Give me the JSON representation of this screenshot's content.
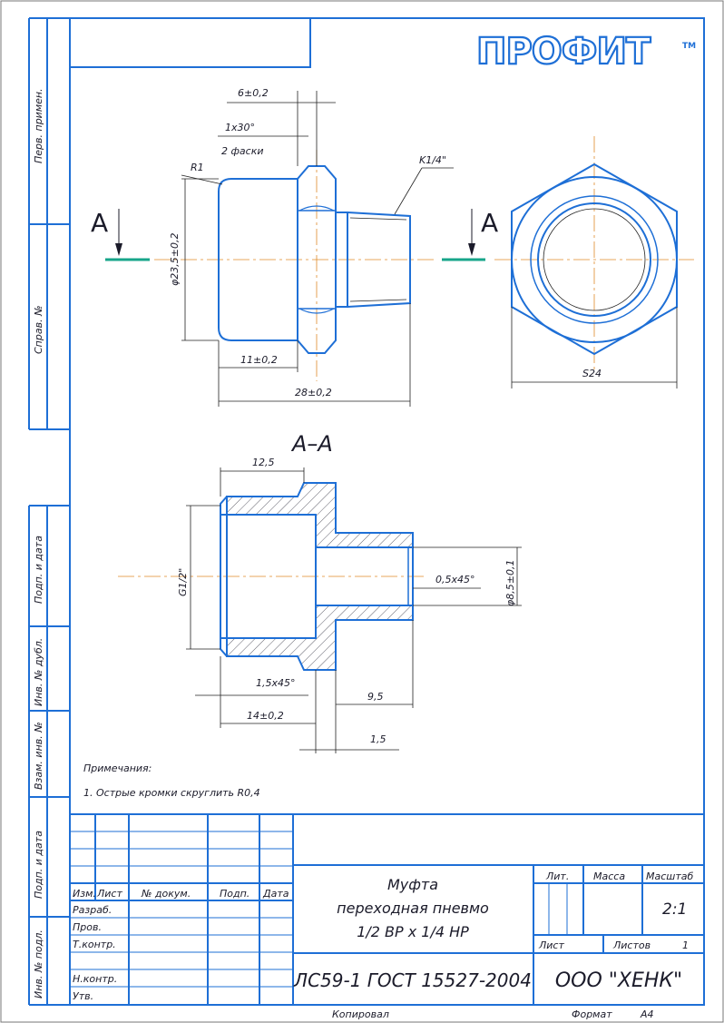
{
  "brand": {
    "logo": "ПРОФИТ",
    "tm": "TM"
  },
  "side_labels": [
    "Перв. примен.",
    "Справ. №",
    "Подп. и дата",
    "Инв. № дубл.",
    "Взам. инв. №",
    "Подп. и дата",
    "Инв. № подл."
  ],
  "dims": {
    "d1": "6±0,2",
    "d2": "1x30°",
    "d3": "2 фаски",
    "d4": "R1",
    "d5": "K1/4\"",
    "d6": "φ23,5±0,2",
    "d7": "11±0,2",
    "d8": "28±0,2",
    "d9": "S24",
    "d10": "12,5",
    "d11": "G1/2\"",
    "d12": "0,5x45°",
    "d13": "φ8,5±0,1",
    "d14": "1,5x45°",
    "d15": "14±0,2",
    "d16": "9,5",
    "d17": "1,5"
  },
  "section_marks": {
    "left": "A",
    "right": "A",
    "title": "A–A"
  },
  "notes": {
    "heading": "Примечания:",
    "item1": "1. Острые кромки скруглить R0,4"
  },
  "title_block": {
    "col_izm": "Изм.",
    "col_list": "Лист",
    "col_docnum": "№ докум.",
    "col_podp": "Подп.",
    "col_date": "Дата",
    "row_razrab": "Разраб.",
    "row_prov": "Пров.",
    "row_tkontr": "Т.контр.",
    "row_nkontr": "Н.контр.",
    "row_utv": "Утв.",
    "name_line1": "Муфта",
    "name_line2": "переходная пневмо",
    "name_line3": "1/2 ВР x 1/4 НР",
    "lit": "Лит.",
    "massa": "Масса",
    "masshtab": "Масштаб",
    "scale_value": "2:1",
    "sheet": "Лист",
    "sheets": "Листов",
    "sheets_value": "1",
    "material": "ЛС59-1 ГОСТ 15527-2004",
    "company": "ООО \"ХЕНК\"",
    "copied": "Копировал",
    "format": "Формат",
    "format_value": "А4"
  }
}
